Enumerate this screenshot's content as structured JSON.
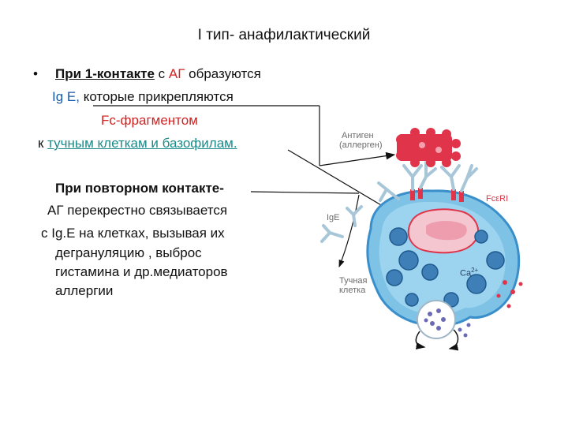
{
  "slide": {
    "title": "I тип- анафилактический",
    "bullet": "•",
    "line1": {
      "part1": "При 1-контакте",
      "part2": " с ",
      "part3": "АГ",
      "part4": " образуются"
    },
    "line2": {
      "part1": "Ig E,",
      "part2": " которые прикрепляются"
    },
    "line3": "Fc-фрагментом",
    "line4": {
      "part1": "к ",
      "part2": "тучным клеткам и базофилам."
    },
    "line5": "При повторном контакте-",
    "line6": "АГ перекрестно связывается",
    "line7": "с Ig.E на клетках, вызывая их",
    "line8": "дегрануляцию , выброс",
    "line9": "гистамина и др.медиаторов",
    "line10": "аллергии"
  },
  "diagram": {
    "antigen_label_line1": "Антиген",
    "antigen_label_line2": "(аллерген)",
    "fceri_label": "FcεRI",
    "ige_label": "IgE",
    "mast_label_line1": "Тучная",
    "mast_label_line2": "клетка",
    "calcium_label": "Ca",
    "calcium_superscript": "2+",
    "colors": {
      "antigen": "#e0344a",
      "cell_body": "#7ec3e6",
      "cell_edge": "#3a8fcb",
      "granule": "#3f7fb8",
      "receptor": "#e0344a",
      "antibody": "#a7c7d8",
      "nucleus": "#f4c6cf"
    }
  }
}
